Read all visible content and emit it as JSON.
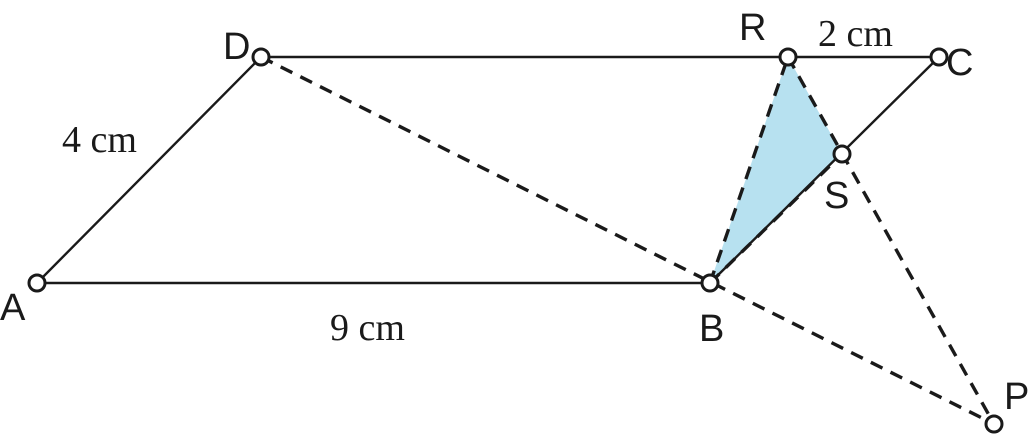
{
  "figure": {
    "points": {
      "A": "A",
      "B": "B",
      "C": "C",
      "D": "D",
      "R": "R",
      "S": "S",
      "P": "P"
    },
    "measures": {
      "ab": "9 cm",
      "ad": "4 cm",
      "rc": "2 cm"
    },
    "colors": {
      "shaded_triangle": "#b7e1f0",
      "lines": "#1a1a1a"
    }
  }
}
